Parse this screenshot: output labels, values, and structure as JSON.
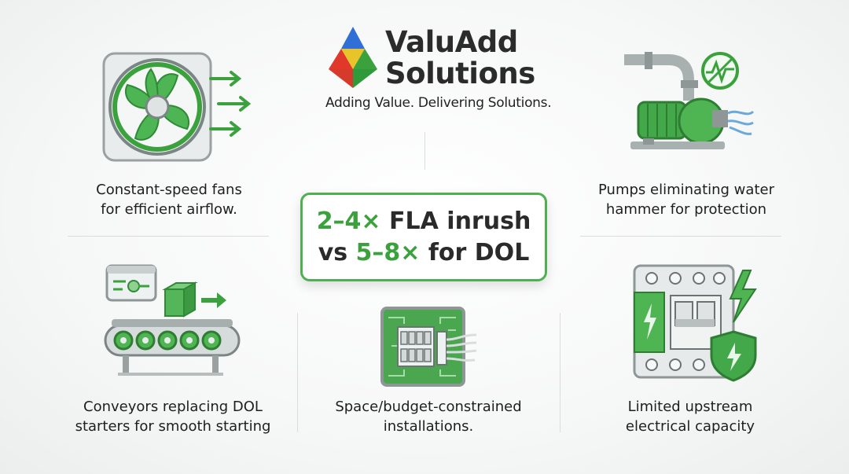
{
  "brand": {
    "name_line1": "ValuAdd",
    "name_line2": "Solutions",
    "tagline": "Adding Value. Delivering Solutions."
  },
  "center": {
    "line1_highlight": "2–4×",
    "line1_rest": " FLA inrush",
    "line2_prefix": "vs ",
    "line2_highlight": "5–8×",
    "line2_rest": " for DOL"
  },
  "applications": {
    "fans": {
      "line1": "Constant-speed fans",
      "line2": "for efficient airflow.",
      "icon": "fan-icon"
    },
    "pumps": {
      "line1": "Pumps eliminating water",
      "line2": "hammer for protection",
      "icon": "pump-icon"
    },
    "conveyors": {
      "line1": "Conveyors replacing DOL",
      "line2": "starters for smooth starting",
      "icon": "conveyor-icon"
    },
    "space": {
      "line1": "Space/budget-constrained",
      "line2": "installations.",
      "icon": "control-panel-icon"
    },
    "upstream": {
      "line1": "Limited upstream",
      "line2": "electrical capacity",
      "icon": "circuit-breaker-icon"
    }
  },
  "colors": {
    "accent": "#4fb050",
    "dark_green": "#2f8a35",
    "text": "#1e1e1e"
  }
}
